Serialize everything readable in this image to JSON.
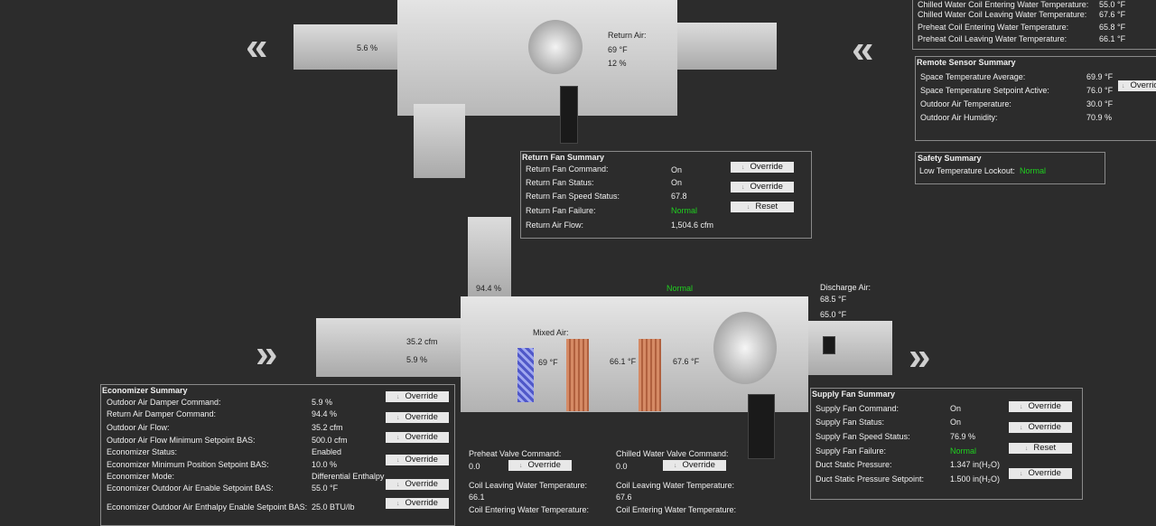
{
  "return_section": {
    "oa_damper": "5.6 %",
    "return_air_label": "Return Air:",
    "return_air_temp": "69 °F",
    "return_air_humidity": "12 %"
  },
  "coil_summary": {
    "rows": [
      {
        "label": "Chilled Water Coil Entering Water Temperature:",
        "value": "55.0 °F"
      },
      {
        "label": "Chilled Water Coil Leaving Water Temperature:",
        "value": "67.6 °F"
      },
      {
        "label": "Preheat Coil Entering Water Temperature:",
        "value": "65.8 °F"
      },
      {
        "label": "Preheat Coil Leaving Water Temperature:",
        "value": "66.1 °F"
      }
    ]
  },
  "remote_sensor": {
    "title": "Remote Sensor Summary",
    "rows": [
      {
        "label": "Space Temperature Average:",
        "value": "69.9 °F"
      },
      {
        "label": "Space Temperature Setpoint Active:",
        "value": "76.0 °F"
      },
      {
        "label": "Outdoor Air Temperature:",
        "value": "30.0 °F"
      },
      {
        "label": "Outdoor Air Humidity:",
        "value": "70.9 %"
      }
    ],
    "override_label": "Override"
  },
  "safety": {
    "title": "Safety Summary",
    "label": "Low Temperature Lockout:",
    "value": "Normal"
  },
  "return_fan": {
    "title": "Return Fan Summary",
    "rows": [
      {
        "label": "Return Fan Command:",
        "value": "On"
      },
      {
        "label": "Return Fan Status:",
        "value": "On"
      },
      {
        "label": "Return Fan Speed Status:",
        "value": "67.8"
      },
      {
        "label": "Return Fan Failure:",
        "value": "Normal"
      },
      {
        "label": "Return Air Flow:",
        "value": "1,504.6 cfm"
      }
    ],
    "buttons": [
      "Override",
      "Override",
      "Reset"
    ]
  },
  "supply_section": {
    "ra_damper": "94.4 %",
    "filter_status": "Normal",
    "discharge_label": "Discharge Air:",
    "discharge_temp": "68.5 °F",
    "discharge_setpoint": "65.0 °F",
    "oa_flow": "35.2 cfm",
    "oa_damper": "5.9 %",
    "mixed_label": "Mixed Air:",
    "mixed_temp": "69 °F",
    "preheat_temp": "66.1 °F",
    "cooling_temp": "67.6 °F"
  },
  "economizer": {
    "title": "Economizer Summary",
    "rows": [
      {
        "label": "Outdoor Air Damper Command:",
        "value": "5.9 %"
      },
      {
        "label": "Return Air Damper Command:",
        "value": "94.4 %"
      },
      {
        "label": "Outdoor Air Flow:",
        "value": "35.2 cfm"
      },
      {
        "label": "Outdoor Air Flow Minimum Setpoint BAS:",
        "value": "500.0 cfm"
      },
      {
        "label": "Economizer Status:",
        "value": "Enabled"
      },
      {
        "label": "Economizer Minimum Position Setpoint BAS:",
        "value": "10.0 %"
      },
      {
        "label": "Economizer Mode:",
        "value": "Differential Enthalpy"
      },
      {
        "label": "Economizer Outdoor Air Enable Setpoint BAS:",
        "value": "55.0 °F"
      },
      {
        "label": "Economizer Outdoor Air Enthalpy Enable Setpoint BAS:",
        "value": "25.0 BTU/lb"
      }
    ],
    "override_label": "Override"
  },
  "preheat": {
    "valve_label": "Preheat Valve Command:",
    "valve_value": "0.0",
    "override_label": "Override",
    "leaving_label": "Coil Leaving Water Temperature:",
    "leaving_value": "66.1",
    "entering_label": "Coil Entering Water Temperature:"
  },
  "chilled": {
    "valve_label": "Chilled Water Valve Command:",
    "valve_value": "0.0",
    "override_label": "Override",
    "leaving_label": "Coil Leaving Water Temperature:",
    "leaving_value": "67.6",
    "entering_label": "Coil Entering Water Temperature:"
  },
  "supply_fan": {
    "title": "Supply Fan Summary",
    "rows": [
      {
        "label": "Supply Fan Command:",
        "value": "On"
      },
      {
        "label": "Supply Fan Status:",
        "value": "On"
      },
      {
        "label": "Supply Fan Speed Status:",
        "value": "76.9 %"
      },
      {
        "label": "Supply Fan Failure:",
        "value": "Normal"
      },
      {
        "label": "Duct Static Pressure:",
        "value": "1.347 in(H₂O)"
      },
      {
        "label": "Duct Static Pressure Setpoint:",
        "value": "1.500 in(H₂O)"
      }
    ],
    "buttons": [
      "Override",
      "Override",
      "Reset",
      "Override"
    ]
  },
  "colors": {
    "background": "#2c2c2c",
    "normal_status": "#1fd11f",
    "button": "#e8e8e8"
  }
}
